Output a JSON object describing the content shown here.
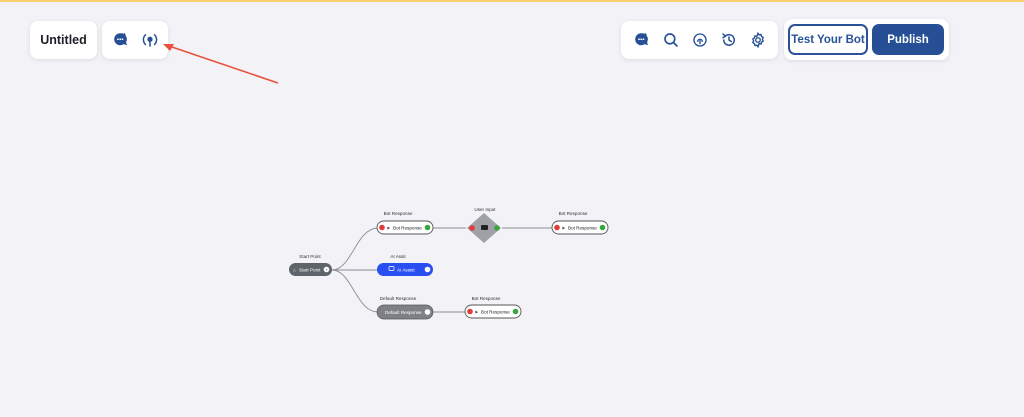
{
  "header": {
    "title": "Untitled",
    "test_label": "Test Your Bot",
    "publish_label": "Publish"
  },
  "icons": {
    "left": [
      "ai-chat-icon",
      "broadcast-icon"
    ],
    "right": [
      "ai-chat-icon",
      "search-icon",
      "fingerprint-icon",
      "history-icon",
      "gear-icon"
    ]
  },
  "colors": {
    "accent": "#264f96",
    "top_line": "#f6cf6e",
    "arrow": "#e8503a",
    "ai_node": "#2a4ff0",
    "dark_node": "#5f636a",
    "default_node": "#7e8088",
    "diamond": "#9ea1a8",
    "minus_badge": "#e23b3b",
    "plus_badge": "#3aa53a"
  },
  "flow": {
    "start": {
      "label": "Start Point",
      "text": "Start Point"
    },
    "bot_response_1": {
      "label": "Bot Response",
      "text": "Bot Response"
    },
    "user_input": {
      "label": "User Input"
    },
    "bot_response_2": {
      "label": "Bot Response",
      "text": "Bot Response"
    },
    "ai_assist": {
      "label": "AI Assit",
      "text": "AI Assist"
    },
    "default_response": {
      "label": "Default Response",
      "text": "Default Response"
    },
    "bot_response_3": {
      "label": "Bot Response",
      "text": "Bot Response"
    }
  }
}
